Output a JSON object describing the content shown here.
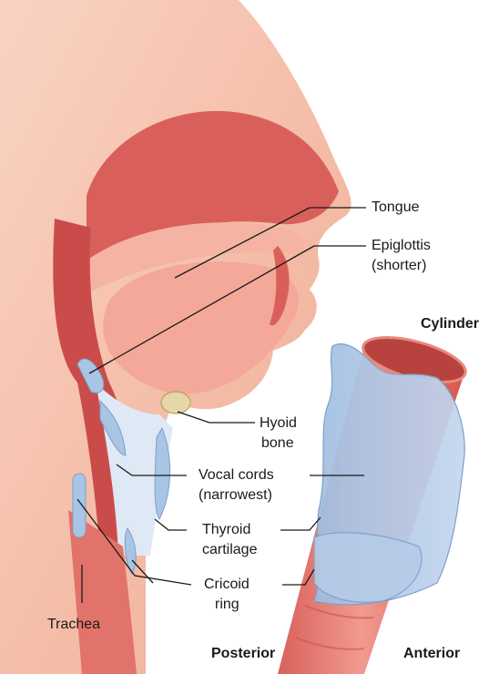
{
  "labels": {
    "tongue": "Tongue",
    "epiglottis_line1": "Epiglottis",
    "epiglottis_line2": "(shorter)",
    "hyoid_line1": "Hyoid",
    "hyoid_line2": "bone",
    "vocal_line1": "Vocal cords",
    "vocal_line2": "(narrowest)",
    "thyroid_line1": "Thyroid",
    "thyroid_line2": "cartilage",
    "cricoid_line1": "Cricoid",
    "cricoid_line2": "ring",
    "trachea": "Trachea",
    "cylinder": "Cylinder",
    "posterior": "Posterior",
    "anterior": "Anterior"
  },
  "colors": {
    "skin": "#f3b7a0",
    "skin_light": "#f8cdb9",
    "tissue": "#e98979",
    "tissue_dark": "#c94c4a",
    "cavity": "#f2a59a",
    "cartilage": "#a9c5e4",
    "cartilage_edge": "#7f9fc8",
    "bone": "#e7d7a8",
    "trachea_tube": "#e87c74",
    "leader": "#1a1a1a"
  }
}
